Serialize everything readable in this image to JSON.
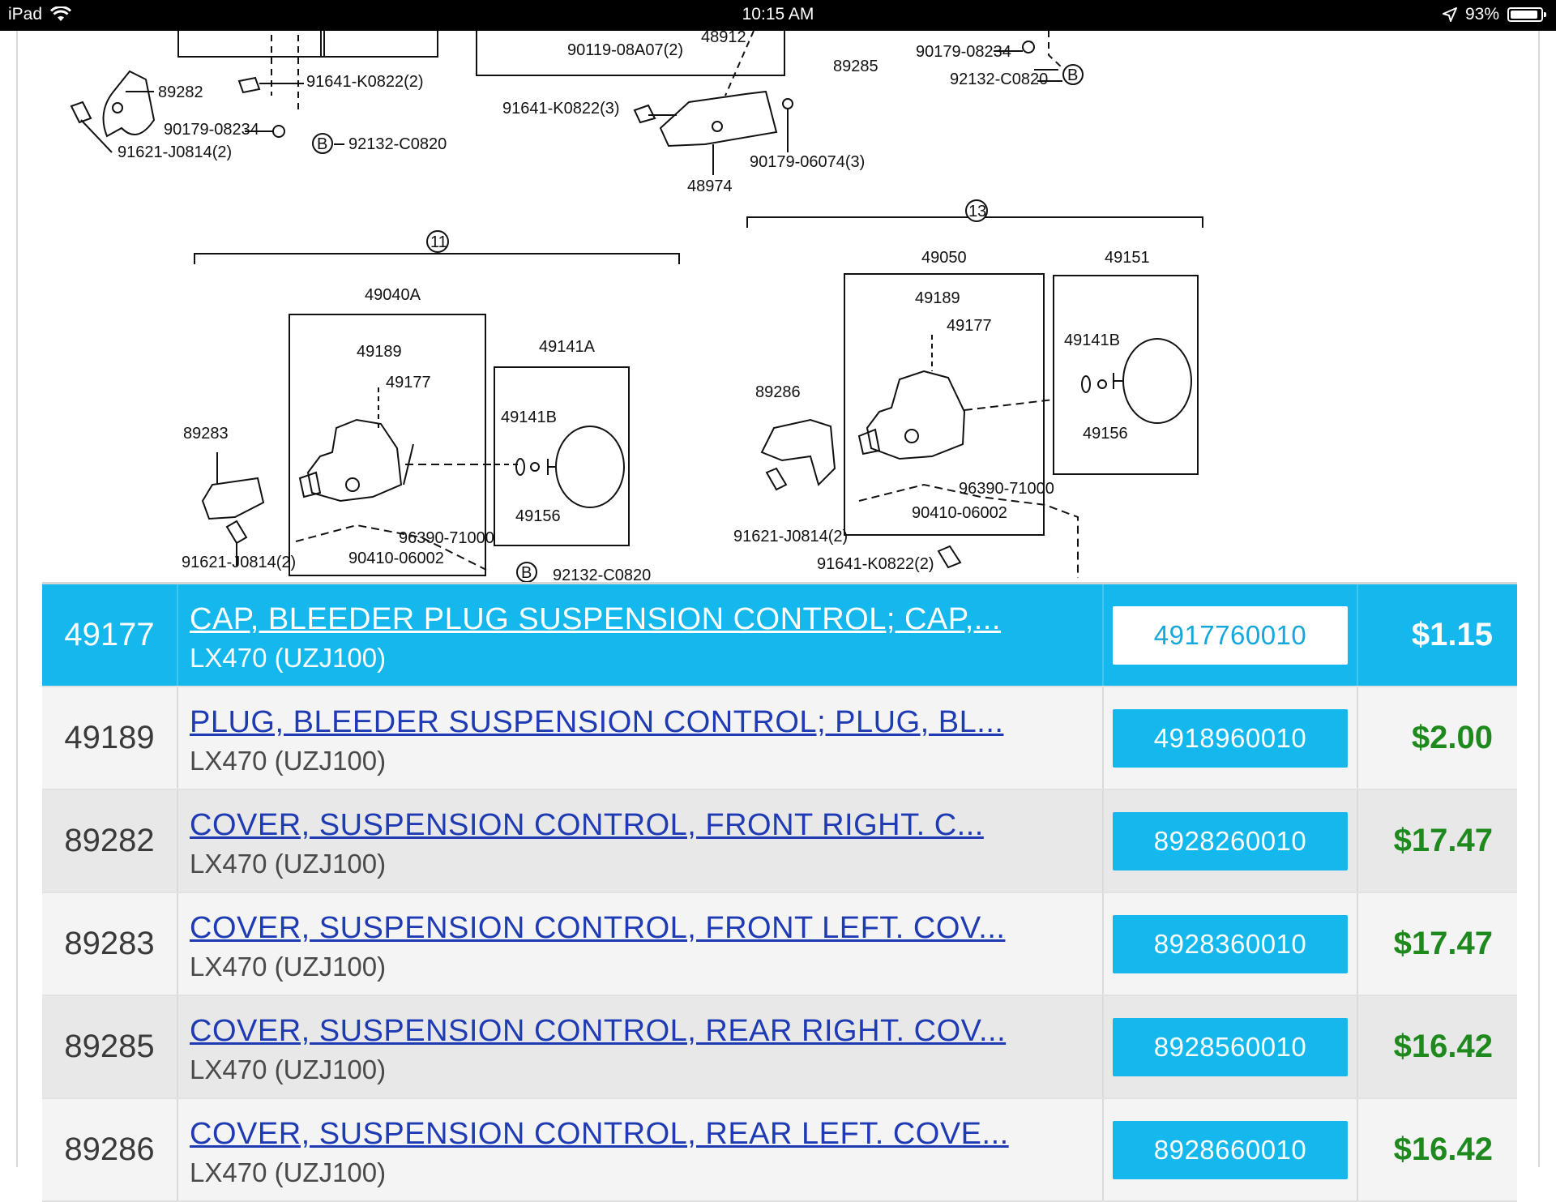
{
  "status_bar": {
    "device": "iPad",
    "time": "10:15 AM",
    "battery_percent": "93%",
    "battery_level": 0.93
  },
  "diagram": {
    "group_labels": [
      "11",
      "13"
    ],
    "callouts": {
      "c89282": "89282",
      "c91641_top": "91641-K0822(2)",
      "c90179_a": "90179-08234",
      "c91621_a": "91621-J0814(2)",
      "c92132_a": "92132-C0820",
      "cB": "B",
      "c90119": "90119-08A07(2)",
      "c48912": "48912",
      "c91641_mid": "91641-K0822(3)",
      "c48974": "48974",
      "c90179_06074": "90179-06074(3)",
      "c89285": "89285",
      "c90179_b": "90179-08234",
      "c92132_b": "92132-C0820",
      "c49040A": "49040A",
      "c49189_a": "49189",
      "c49177_a": "49177",
      "c49141A": "49141A",
      "c49141B_a": "49141B",
      "c89283": "89283",
      "c49156_a": "49156",
      "c96390_a": "96390-71000",
      "c90410_a": "90410-06002",
      "c91621_b": "91621-J0814(2)",
      "c92132_c": "92132-C0820",
      "c49050": "49050",
      "c49151": "49151",
      "c49189_b": "49189",
      "c49177_b": "49177",
      "c49141B_b": "49141B",
      "c49156_b": "49156",
      "c89286": "89286",
      "c96390_b": "96390-71000",
      "c90410_b": "90410-06002",
      "c91621_c": "91621-J0814(2)",
      "c91641_bot": "91641-K0822(2)"
    }
  },
  "parts": [
    {
      "ref": "49177",
      "title": "CAP, BLEEDER PLUG SUSPENSION CONTROL; CAP,...",
      "model": "LX470 (UZJ100)",
      "part_number": "4917760010",
      "price": "$1.15"
    },
    {
      "ref": "49189",
      "title": "PLUG, BLEEDER SUSPENSION CONTROL; PLUG, BL...",
      "model": "LX470 (UZJ100)",
      "part_number": "4918960010",
      "price": "$2.00"
    },
    {
      "ref": "89282",
      "title": "COVER, SUSPENSION CONTROL, FRONT RIGHT. C...",
      "model": "LX470 (UZJ100)",
      "part_number": "8928260010",
      "price": "$17.47"
    },
    {
      "ref": "89283",
      "title": "COVER, SUSPENSION CONTROL, FRONT LEFT. COV...",
      "model": "LX470 (UZJ100)",
      "part_number": "8928360010",
      "price": "$17.47"
    },
    {
      "ref": "89285",
      "title": "COVER, SUSPENSION CONTROL, REAR RIGHT. COV...",
      "model": "LX470 (UZJ100)",
      "part_number": "8928560010",
      "price": "$16.42"
    },
    {
      "ref": "89286",
      "title": "COVER, SUSPENSION CONTROL, REAR LEFT. COVE...",
      "model": "LX470 (UZJ100)",
      "part_number": "8928660010",
      "price": "$16.42"
    }
  ],
  "colors": {
    "accent": "#14b8ec",
    "link": "#1f3bb3",
    "price": "#1e8a1e"
  }
}
